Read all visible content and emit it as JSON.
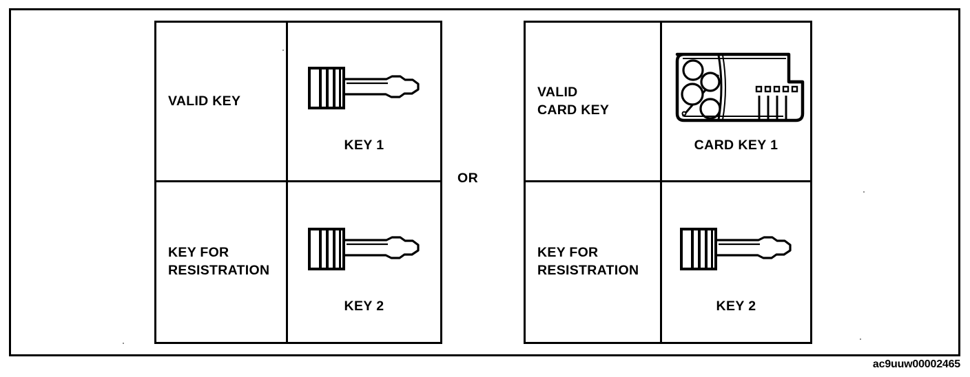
{
  "figure": {
    "id_code": "ac9uuw00002465",
    "separator_label": "OR"
  },
  "tables": [
    {
      "name": "conventional-key-set",
      "rows": [
        {
          "label": "VALID KEY",
          "illustration": "key-icon",
          "caption": "KEY 1"
        },
        {
          "label": "KEY FOR\nRESISTRATION",
          "illustration": "key-icon",
          "caption": "KEY 2"
        }
      ]
    },
    {
      "name": "card-key-set",
      "rows": [
        {
          "label": "VALID\nCARD KEY",
          "illustration": "card-key-icon",
          "caption": "CARD KEY 1"
        },
        {
          "label": "KEY FOR\nRESISTRATION",
          "illustration": "key-icon",
          "caption": "KEY 2"
        }
      ]
    }
  ],
  "colors": {
    "line": "#000000",
    "background": "#ffffff"
  }
}
